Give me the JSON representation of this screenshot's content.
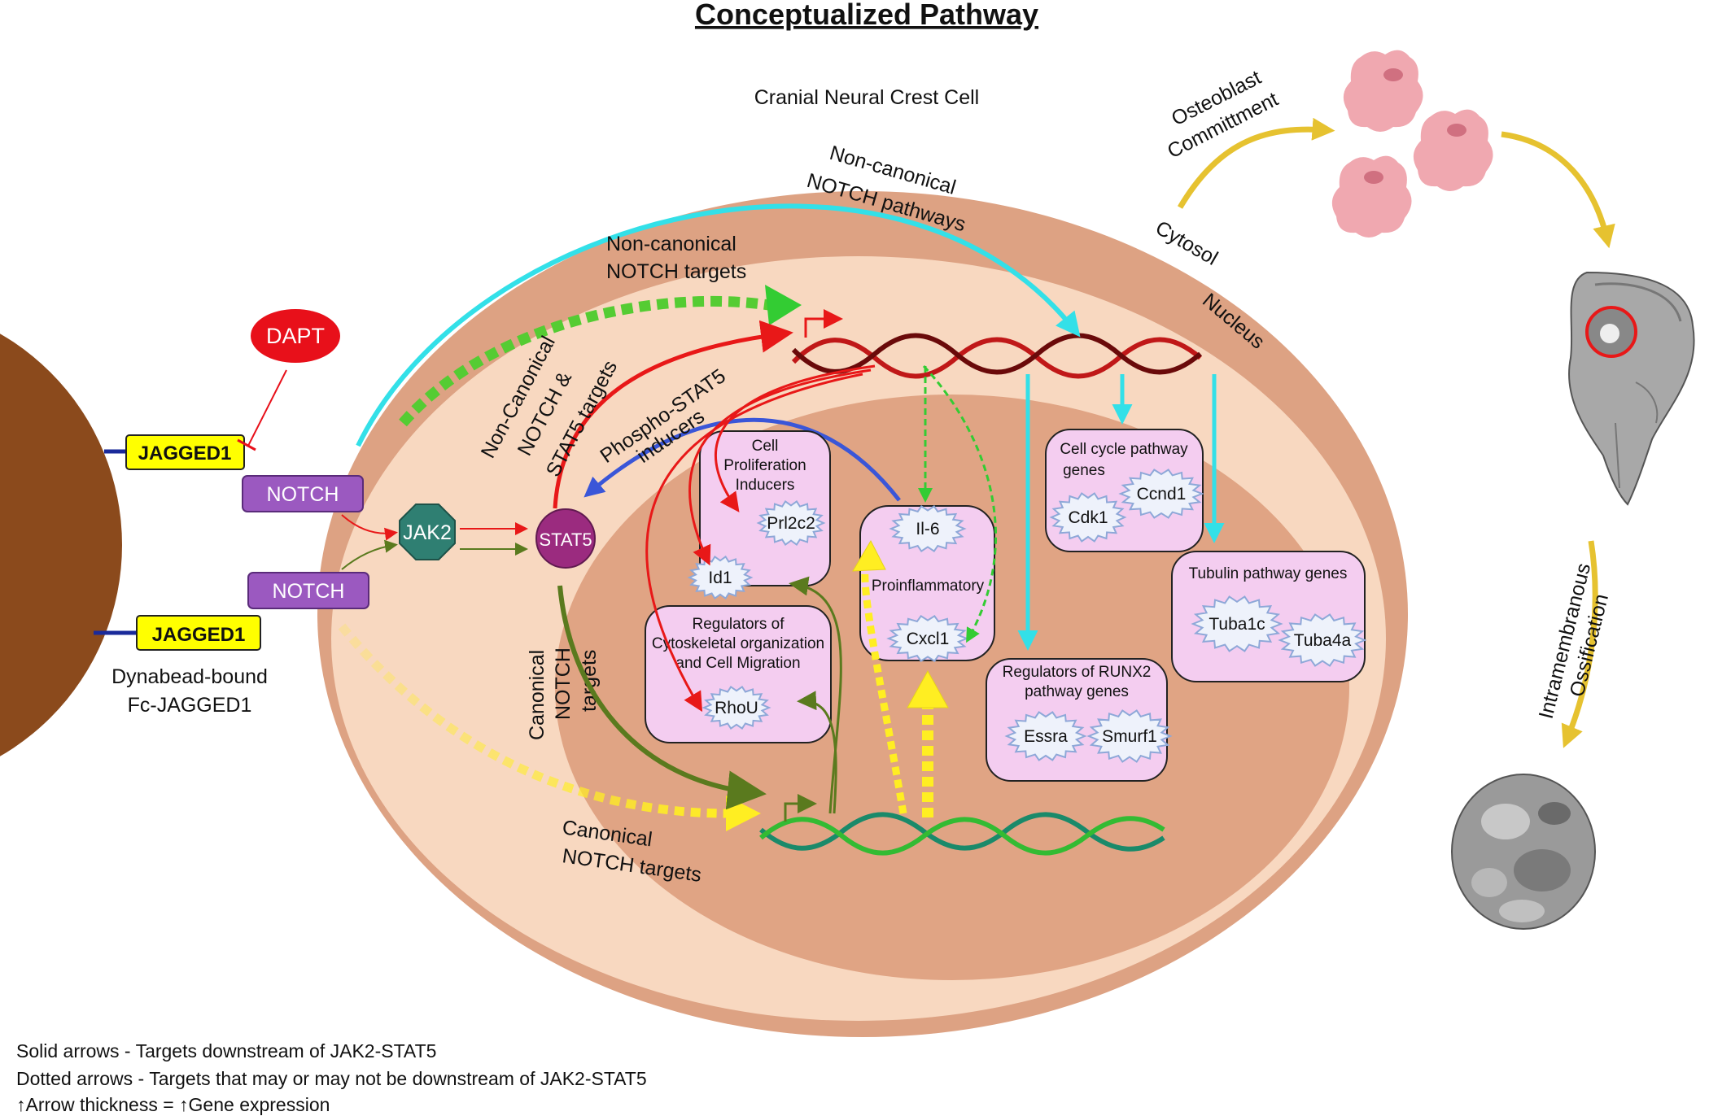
{
  "title": "Conceptualized Pathway",
  "cell_label": "Cranial Neural Crest Cell",
  "cytosol_label": "Cytosol",
  "nucleus_label": "Nucleus",
  "dapt": "DAPT",
  "jagged1_top": "JAGGED1",
  "jagged1_bottom": "JAGGED1",
  "notch_top": "NOTCH",
  "notch_bottom": "NOTCH",
  "jak2": "JAK2",
  "stat5": "STAT5",
  "bead_label_1": "Dynabead-bound",
  "bead_label_2": "Fc-JAGGED1",
  "arrow_labels": {
    "noncanon_pathways_1": "Non-canonical",
    "noncanon_pathways_2": "NOTCH pathways",
    "noncanon_targets_1": "Non-canonical",
    "noncanon_targets_2": "NOTCH targets",
    "noncanon_stat5_1": "Non-Canonical",
    "noncanon_stat5_2": "NOTCH &",
    "noncanon_stat5_3": "STAT5 targets",
    "phospho_1": "Phospho-STAT5",
    "phospho_2": "inducers",
    "canon_vert_1": "Canonical",
    "canon_vert_2": "NOTCH",
    "canon_vert_3": "targets",
    "canon_bottom_1": "Canonical",
    "canon_bottom_2": "NOTCH targets"
  },
  "groups": {
    "cell_prolif": [
      "Cell",
      "Proliferation",
      "Inducers"
    ],
    "regulators_cyto": [
      "Regulators of",
      "Cytoskeletal organization",
      "and Cell Migration"
    ],
    "proinflammatory": "Proinflammatory",
    "cell_cycle": [
      "Cell cycle pathway",
      "genes"
    ],
    "tubulin": "Tubulin pathway genes",
    "runx2": [
      "Regulators of RUNX2",
      "pathway genes"
    ]
  },
  "genes": {
    "prl2c2": "Prl2c2",
    "id1": "Id1",
    "rhou": "RhoU",
    "il6": "Il-6",
    "cxcl1": "Cxcl1",
    "cdk1": "Cdk1",
    "ccnd1": "Ccnd1",
    "tuba1c": "Tuba1c",
    "tuba4a": "Tuba4a",
    "essra": "Essra",
    "smurf1": "Smurf1"
  },
  "osteoblast_1": "Osteoblast",
  "osteoblast_2": "Committment",
  "ossification_1": "Intramembranous",
  "ossification_2": "Ossification",
  "legend": {
    "line1": "Solid arrows - Targets downstream of JAK2-STAT5",
    "line2": "Dotted arrows - Targets that may or may not be downstream of JAK2-STAT5",
    "line3": "↑Arrow thickness =  ↑Gene expression"
  },
  "colors": {
    "cell_outer": "#ddA283",
    "cytosol": "#f8d8c0",
    "nucleus": "#e0a484",
    "bead": "#8b4a1c",
    "jagged": "#ffff00",
    "notch": "#9b59c0",
    "jak2": "#2f7f72",
    "stat5": "#9b2b7f",
    "dapt": "#e8101a",
    "gene_box": "#f4cdf0",
    "cyan": "#33e0e8",
    "red": "#e81818",
    "olive": "#5a7a1e",
    "blue": "#3a56d8",
    "green_dot": "#33cc33",
    "yellow": "#ffee22",
    "gold": "#e6c230"
  }
}
